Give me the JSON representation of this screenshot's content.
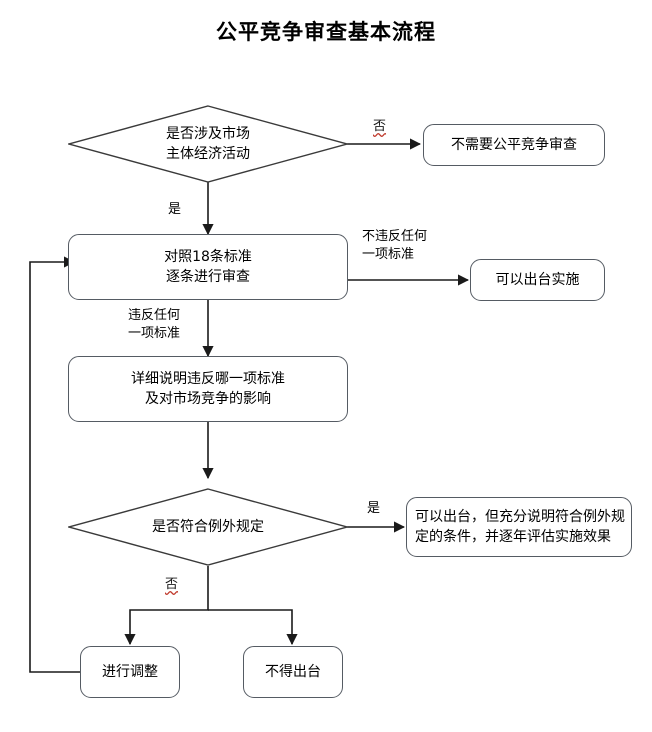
{
  "page": {
    "title": "公平竞争审查基本流程",
    "background_color": "#ffffff",
    "line_color": "#1a1a1a",
    "node_border_color": "#555b63",
    "spellcheck_underline_color": "#c0392b"
  },
  "nodes": {
    "decision_market": {
      "type": "decision",
      "text": "是否涉及市场\n主体经济活动"
    },
    "no_review_needed": {
      "type": "process",
      "text": "不需要公平竞争审查"
    },
    "review_18": {
      "type": "process",
      "text": "对照18条标准\n逐条进行审查"
    },
    "may_issue": {
      "type": "process",
      "text": "可以出台实施"
    },
    "explain_violation": {
      "type": "process",
      "text": "详细说明违反哪一项标准\n及对市场竞争的影响"
    },
    "decision_exception": {
      "type": "decision",
      "text": "是否符合例外规定"
    },
    "may_issue_with_conditions": {
      "type": "process",
      "text": "可以出台，但充分说明符合例外规\n定的条件，并逐年评估实施效果"
    },
    "adjust": {
      "type": "process",
      "text": "进行调整"
    },
    "must_not_issue": {
      "type": "process",
      "text": "不得出台"
    }
  },
  "edge_labels": {
    "market_no": "否",
    "market_yes": "是",
    "no_violation": "不违反任何\n一项标准",
    "violation": "违反任何\n一项标准",
    "exception_yes": "是",
    "exception_no": "否"
  }
}
